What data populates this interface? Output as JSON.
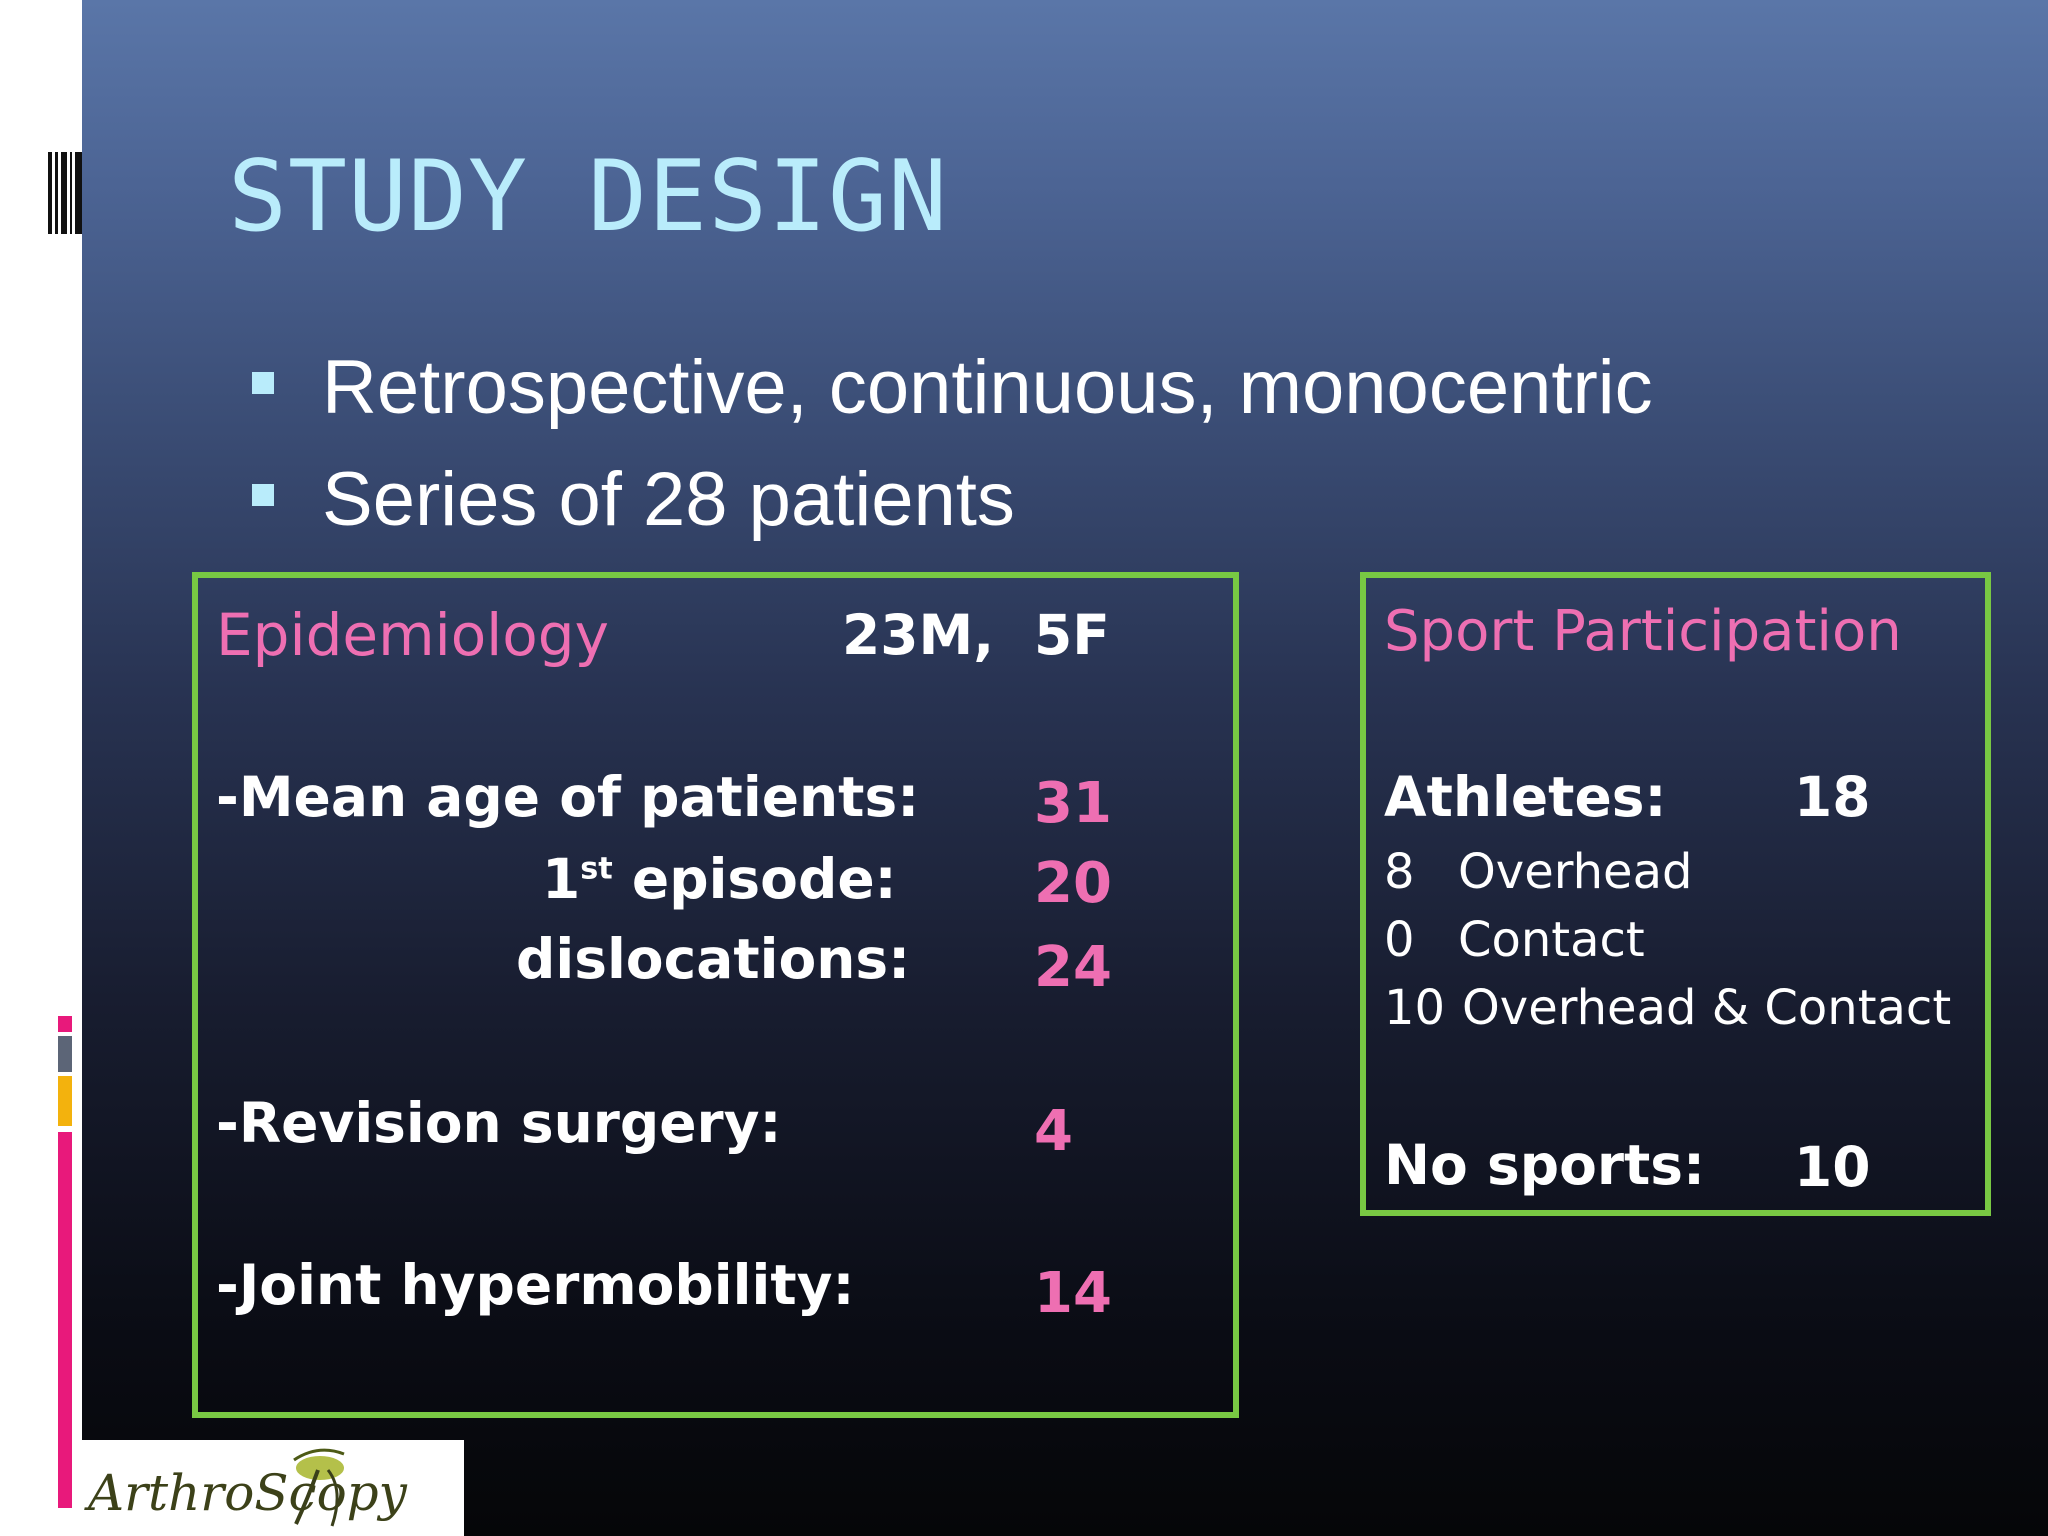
{
  "slide": {
    "title": "STUDY DESIGN",
    "bullets": [
      "Retrospective, continuous, monocentric",
      "Series of 28 patients"
    ]
  },
  "epidemiology": {
    "heading": "Epidemiology",
    "sex_male": "23M,",
    "sex_female": "5F",
    "mean_age_label": "-Mean age of  patients:",
    "mean_age_value": "31",
    "first_episode_prefix": "1",
    "first_episode_sup": "st",
    "first_episode_label": " episode:",
    "first_episode_value": "20",
    "dislocations_label": "dislocations:",
    "dislocations_value": "24",
    "revision_label": "-Revision surgery:",
    "revision_value": "4",
    "hypermobility_label": "-Joint hypermobility:",
    "hypermobility_value": "14"
  },
  "sport": {
    "heading": "Sport Participation",
    "athletes_label": "Athletes:",
    "athletes_value": "18",
    "rows": [
      {
        "count": "8",
        "label": "Overhead"
      },
      {
        "count": "0",
        "label": "Contact"
      },
      {
        "count": "10",
        "label": "Overhead & Contact"
      }
    ],
    "no_sports_label": "No sports:",
    "no_sports_value": "10"
  },
  "logo": {
    "text": "ArthroScopy"
  },
  "colors": {
    "title": "#b9ecfb",
    "accent_pink": "#ee6fb2",
    "box_border": "#78c843",
    "strip_pink": "#e8197b",
    "strip_yellow": "#f3b20d"
  },
  "icons": [
    "bullet-square-icon",
    "barcode-decoration",
    "arthroscopy-logo"
  ]
}
